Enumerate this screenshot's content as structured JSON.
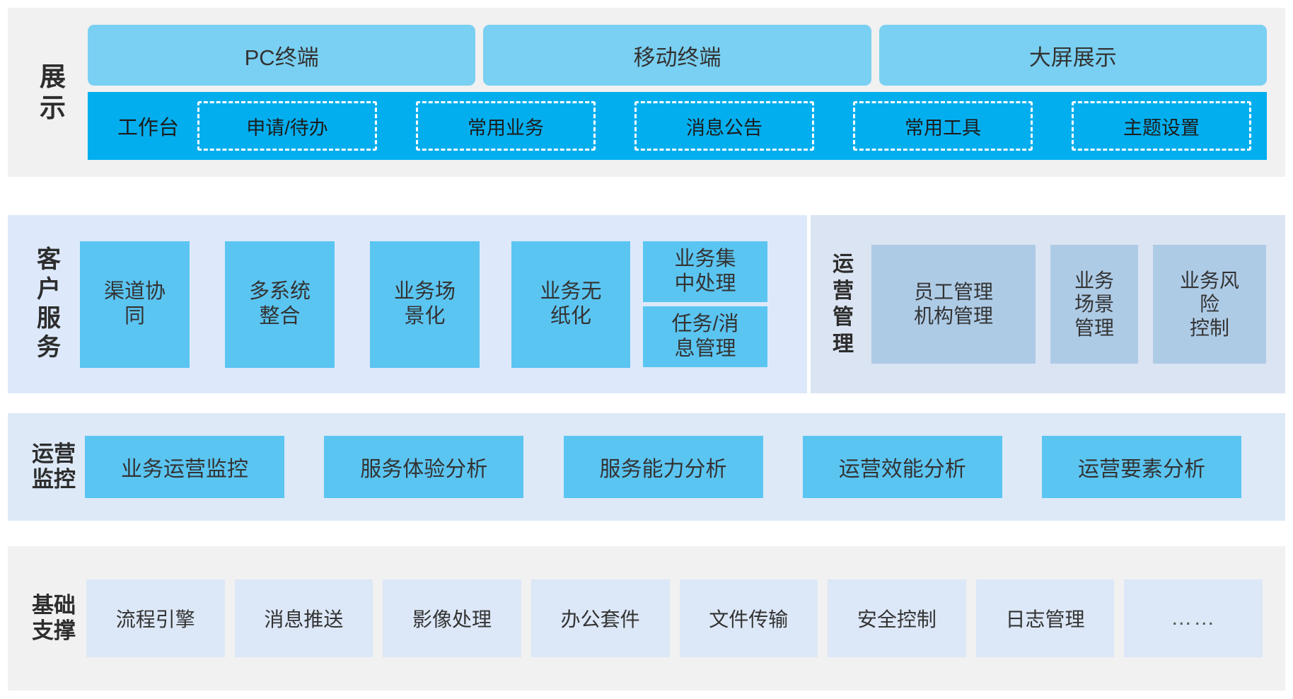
{
  "palette": {
    "panel_gray": "#f1f1f1",
    "panel_service_bg": "#dde9fb",
    "panel_ops_bg": "#dbe4f2",
    "panel_monitor_bg": "#dde9f7",
    "chip_light_blue": "#7ad0f2",
    "chip_blue": "#5bc5f2",
    "bar_strong_blue": "#03aeee",
    "chip_steel_blue": "#aecbe6",
    "chip_pale_blue": "#dce7f7",
    "text_dark": "#333333"
  },
  "display": {
    "label": "展\n示",
    "terminals": [
      {
        "label": "PC终端"
      },
      {
        "label": "移动终端"
      },
      {
        "label": "大屏展示"
      }
    ],
    "workbench": {
      "title": "工作台",
      "items": [
        {
          "label": "申请/待办"
        },
        {
          "label": "常用业务"
        },
        {
          "label": "消息公告"
        },
        {
          "label": "常用工具"
        },
        {
          "label": "主题设置"
        }
      ]
    }
  },
  "service": {
    "label": "客\n户\n服\n务",
    "boxes": [
      {
        "label": "渠道协\n同"
      },
      {
        "label": "多系统\n整合"
      },
      {
        "label": "业务场\n景化"
      },
      {
        "label": "业务无\n纸化"
      }
    ],
    "split_column": [
      {
        "label": "业务集\n中处理"
      },
      {
        "label": "任务/消\n息管理"
      }
    ]
  },
  "operations": {
    "label": "运\n营\n管\n理",
    "boxes": [
      {
        "label": "员工管理\n机构管理"
      },
      {
        "label": "业务\n场景\n管理"
      },
      {
        "label": "业务风\n险\n控制"
      }
    ]
  },
  "monitor": {
    "label": "运营\n监控",
    "boxes": [
      {
        "label": "业务运营监控"
      },
      {
        "label": "服务体验分析"
      },
      {
        "label": "服务能力分析"
      },
      {
        "label": "运营效能分析"
      },
      {
        "label": "运营要素分析"
      }
    ]
  },
  "base": {
    "label": "基础\n支撑",
    "boxes": [
      {
        "label": "流程引擎"
      },
      {
        "label": "消息推送"
      },
      {
        "label": "影像处理"
      },
      {
        "label": "办公套件"
      },
      {
        "label": "文件传输"
      },
      {
        "label": "安全控制"
      },
      {
        "label": "日志管理"
      },
      {
        "label": "……"
      }
    ]
  }
}
